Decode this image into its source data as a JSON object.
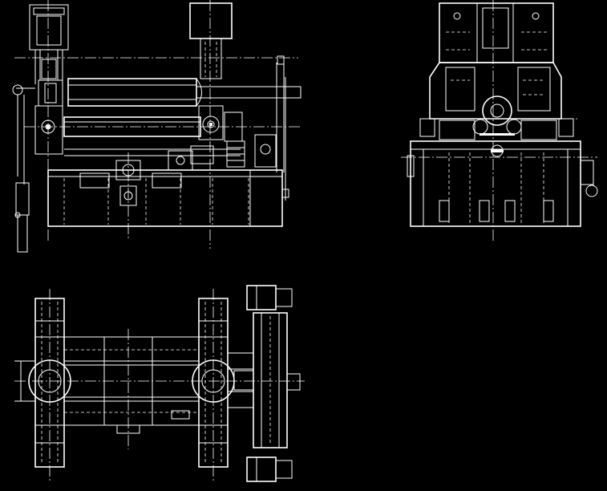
{
  "drawing": {
    "background": "#000000",
    "line_color": "#ffffff",
    "views": [
      {
        "id": "front-elevation"
      },
      {
        "id": "side-elevation"
      },
      {
        "id": "plan-view"
      }
    ]
  }
}
